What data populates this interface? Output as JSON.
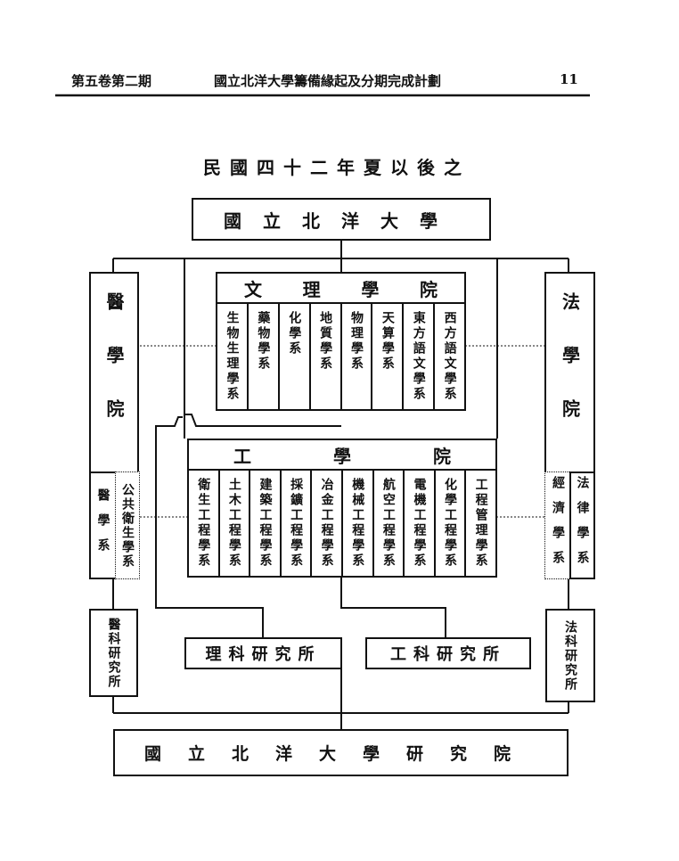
{
  "header": {
    "issue": "第五卷第二期",
    "article_title": "國立北洋大學籌備緣起及分期完成計劃",
    "page_number": "11"
  },
  "chart_title": "民國四十二年夏以後之",
  "university": "國立北洋大學",
  "arts_science": {
    "title": [
      "文",
      "理",
      "學",
      "院"
    ],
    "departments": [
      "生物生理學系",
      "藥物學系",
      "化學系",
      "地質學系",
      "物理學系",
      "天算學系",
      "東方語文學系",
      "西方語文學系"
    ]
  },
  "engineering": {
    "title": [
      "工",
      "學",
      "院"
    ],
    "departments": [
      "衛生工程學系",
      "土木工程學系",
      "建築工程學系",
      "採鑛工程學系",
      "冶金工程學系",
      "機械工程學系",
      "航空工程學系",
      "電機工程學系",
      "化學工程學系",
      "工程管理學系"
    ]
  },
  "medicine": {
    "title": "醫學院",
    "departments": [
      "醫學系",
      "公共衛生學系"
    ],
    "institute": "醫科研究所"
  },
  "law": {
    "title": "法學院",
    "departments": [
      "經濟學系",
      "法律學系"
    ],
    "institute": "法科研究所"
  },
  "science_institute": "理科研究所",
  "engineering_institute": "工科研究所",
  "graduate_school": "國立北洋大學研究院"
}
